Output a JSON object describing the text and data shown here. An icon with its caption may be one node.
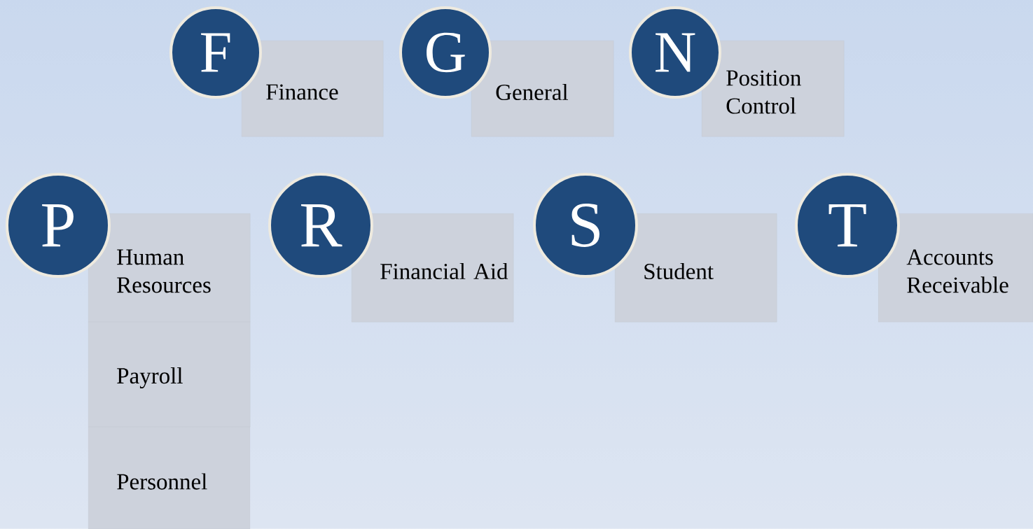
{
  "diagram": {
    "nodes": [
      {
        "text": [
          "F"
        ]
      },
      {
        "text": [
          "Finance"
        ]
      },
      {
        "text": [
          "G"
        ]
      },
      {
        "text": [
          "General"
        ]
      },
      {
        "text": [
          "N"
        ]
      },
      {
        "text": [
          "Position Control"
        ]
      },
      {
        "text": [
          "P"
        ]
      },
      {
        "text": [
          "Human Resources"
        ]
      },
      {
        "text": [
          "Payroll"
        ]
      },
      {
        "text": [
          "Personnel"
        ]
      },
      {
        "text": [
          "R"
        ]
      },
      {
        "text": [
          "Financial Aid"
        ]
      },
      {
        "text": [
          "S"
        ]
      },
      {
        "text": [
          "Student"
        ]
      },
      {
        "text": [
          "T"
        ]
      },
      {
        "text": [
          "Accounts Receivable"
        ]
      }
    ]
  }
}
